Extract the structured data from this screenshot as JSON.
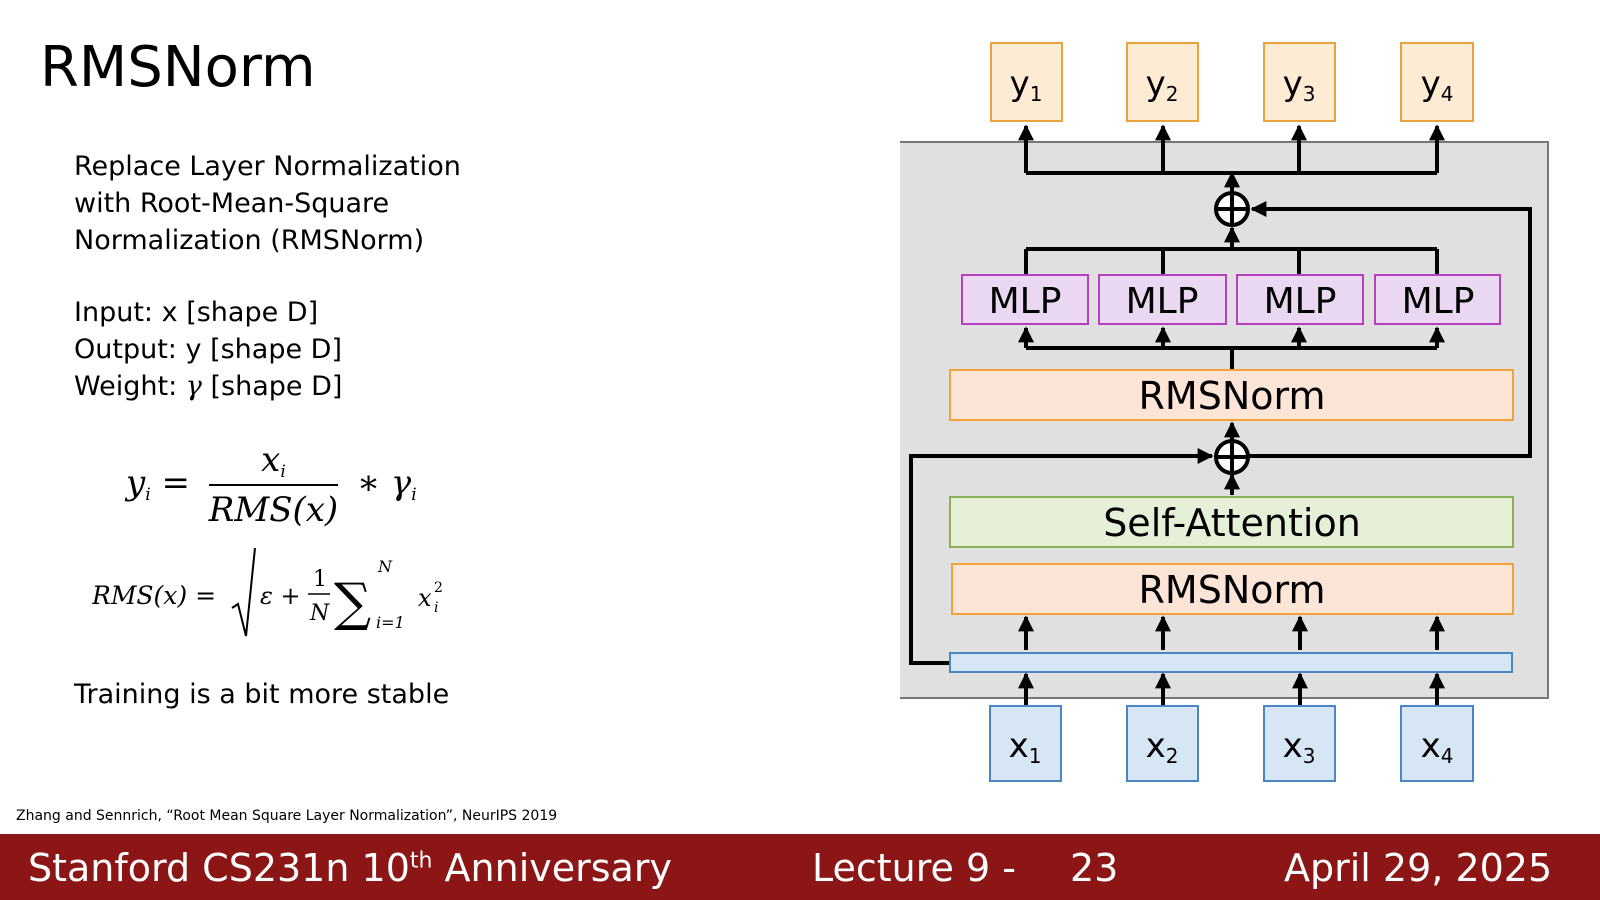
{
  "slide": {
    "title": "RMSNorm",
    "description": [
      "Replace Layer Normalization",
      "with Root-Mean-Square",
      "Normalization (RMSNorm)"
    ],
    "io": {
      "input_label": "Input:",
      "input_var": "x",
      "input_shape": "[shape D]",
      "output_label": "Output:",
      "output_var": "y",
      "output_shape": "[shape D]",
      "weight_label": "Weight:",
      "weight_var": "γ",
      "weight_shape": "[shape D]"
    },
    "equation1": {
      "lhs": "y",
      "lhs_sub": "i",
      "equals": "=",
      "num": "x",
      "num_sub": "i",
      "den": "RMS(x)",
      "times": "∗ γ",
      "times_sub": "i"
    },
    "equation2": {
      "lhs": "RMS(x) =",
      "eps": "ε +",
      "one": "1",
      "N": "N",
      "sigma": "∑",
      "upper": "N",
      "lower": "i=1",
      "term": "x",
      "term_sup": "2",
      "term_sub": "i"
    },
    "note": "Training is a bit more stable",
    "citation": "Zhang and Sennrich, “Root Mean Square Layer Normalization”, NeurIPS 2019"
  },
  "footer": {
    "course_main": "Stanford CS231n 10",
    "course_sup": "th",
    "course_rest": " Anniversary",
    "lecture": "Lecture 9 -",
    "page": "23",
    "date": "April 29, 2025"
  },
  "diagram": {
    "outputs": [
      "y",
      "y",
      "y",
      "y"
    ],
    "output_subs": [
      "1",
      "2",
      "3",
      "4"
    ],
    "inputs": [
      "x",
      "x",
      "x",
      "x"
    ],
    "input_subs": [
      "1",
      "2",
      "3",
      "4"
    ],
    "mlp_labels": [
      "MLP",
      "MLP",
      "MLP",
      "MLP"
    ],
    "rmsnorm_top": "RMSNorm",
    "self_attention": "Self-Attention",
    "rmsnorm_bottom": "RMSNorm",
    "colors": {
      "output_fill": "#fdebd3",
      "output_stroke": "#e8a33d",
      "input_fill": "#d6e6f5",
      "input_stroke": "#4a86c5",
      "mlp_fill": "#ead7f1",
      "mlp_stroke": "#b83fc0",
      "rmsnorm_fill": "#fce5d7",
      "rmsnorm_stroke": "#f2a037",
      "attention_fill": "#e6f0d9",
      "attention_stroke": "#8ab05a",
      "block_fill": "#e0e0e0",
      "block_stroke": "#777777",
      "footer": "#8c1515"
    }
  }
}
